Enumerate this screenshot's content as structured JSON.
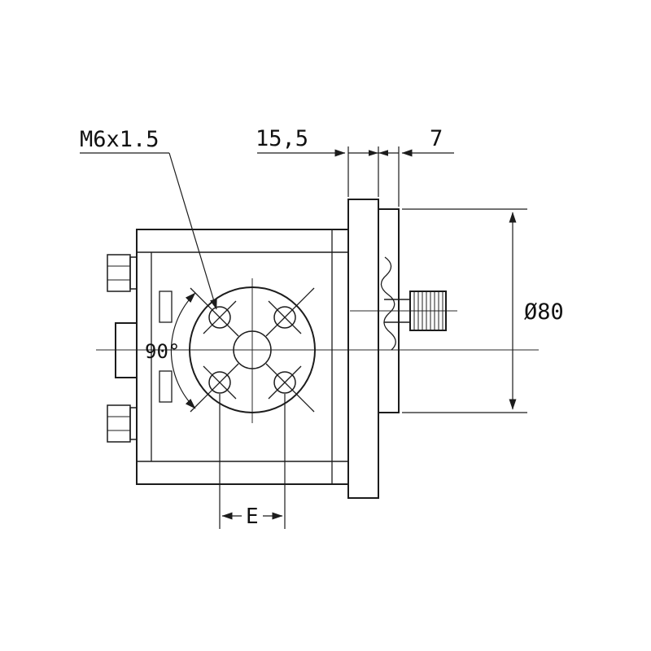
{
  "drawing": {
    "background_color": "#ffffff",
    "line_color": "#1c1c1c",
    "labels": {
      "thread_callout": "M6x1.5",
      "flange_thickness": "15,5",
      "pilot_depth": "7",
      "pilot_diameter": "Ø80",
      "bolt_hole_angle": "90°",
      "bolt_spacing": "E"
    }
  }
}
